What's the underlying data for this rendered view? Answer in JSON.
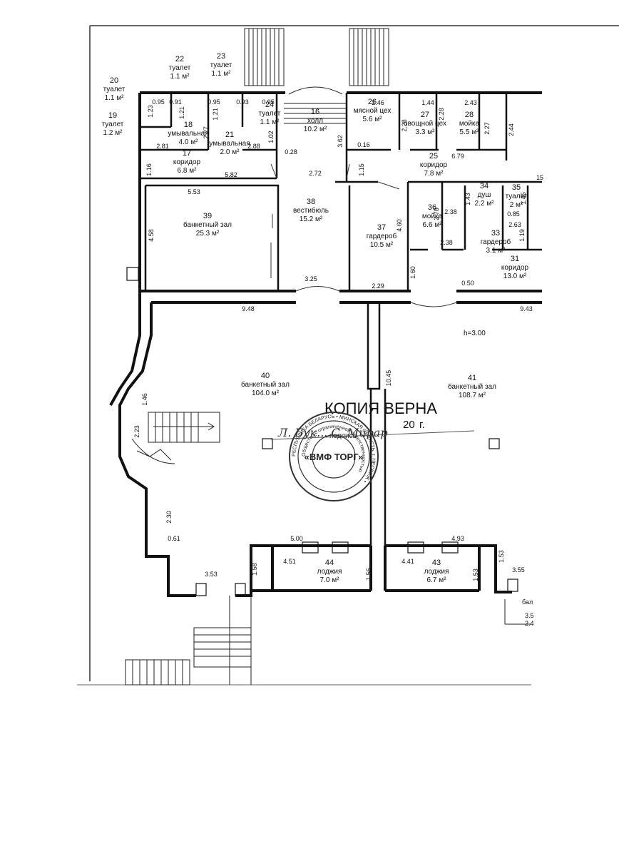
{
  "rooms": [
    {
      "id": "r20",
      "number": "20",
      "name": "туалет",
      "area": "1.1 м²"
    },
    {
      "id": "r19",
      "number": "19",
      "name": "туалет",
      "area": "1.2 м²"
    },
    {
      "id": "r22",
      "number": "22",
      "name": "туалет",
      "area": "1.1 м²"
    },
    {
      "id": "r23",
      "number": "23",
      "name": "туалет",
      "area": "1.1 м²"
    },
    {
      "id": "r24",
      "number": "24",
      "name": "туалет",
      "area": "1.1 м²"
    },
    {
      "id": "r18",
      "number": "18",
      "name": "умывальная",
      "area": "4.0 м²"
    },
    {
      "id": "r21",
      "number": "21",
      "name": "умывальная",
      "area": "2.0 м²"
    },
    {
      "id": "r16",
      "number": "16",
      "name": "холл",
      "area": "10.2 м²"
    },
    {
      "id": "r26",
      "number": "26",
      "name": "мясной цех",
      "area": "5.6 м²"
    },
    {
      "id": "r27",
      "number": "27",
      "name": "овощной цех",
      "area": "3.3 м²"
    },
    {
      "id": "r28",
      "number": "28",
      "name": "мойка",
      "area": "5.5 м²"
    },
    {
      "id": "r17",
      "number": "17",
      "name": "коридор",
      "area": "6.8 м²"
    },
    {
      "id": "r25",
      "number": "25",
      "name": "коридор",
      "area": "7.8 м²"
    },
    {
      "id": "r38",
      "number": "38",
      "name": "вестибюль",
      "area": "15.2 м²"
    },
    {
      "id": "r39",
      "number": "39",
      "name": "банкетный зал",
      "area": "25.3 м²"
    },
    {
      "id": "r37",
      "number": "37",
      "name": "гардероб",
      "area": "10.5 м²"
    },
    {
      "id": "r36",
      "number": "36",
      "name": "мойка",
      "area": "6.6 м²"
    },
    {
      "id": "r34",
      "number": "34",
      "name": "душ",
      "area": "2.2 м²"
    },
    {
      "id": "r35top",
      "number": "35",
      "name": "туалет",
      "area": "2 м²"
    },
    {
      "id": "r33",
      "number": "33",
      "name": "гардероб",
      "area": "3.1 м²"
    },
    {
      "id": "r31",
      "number": "31",
      "name": "коридор",
      "area": "13.0 м²"
    },
    {
      "id": "r40",
      "number": "40",
      "name": "банкетный зал",
      "area": "104.0 м²"
    },
    {
      "id": "r41",
      "number": "41",
      "name": "банкетный зал",
      "area": "108.7 м²"
    },
    {
      "id": "r44",
      "number": "44",
      "name": "лоджия",
      "area": "7.0 м²"
    },
    {
      "id": "r43",
      "number": "43",
      "name": "лоджия",
      "area": "6.7 м²"
    }
  ],
  "dimensions": [
    "0.95",
    "0.91",
    "1.21",
    "0.95",
    "0.93",
    "0.95",
    "1.23",
    "1.21",
    "2.27",
    "2.81",
    "2.88",
    "0.28",
    "1.02",
    "1.16",
    "5.82",
    "2.72",
    "1.15",
    "5.53",
    "4.58",
    "2.46",
    "1.44",
    "2.43",
    "2.28",
    "2.28",
    "2.27",
    "2.44",
    "3.62",
    "0.16",
    "6.79",
    "4.60",
    "2.78",
    "2.38",
    "1.43",
    "1.45",
    "0.85",
    "2.63",
    "1.19",
    "2.38",
    "1.60",
    "3.25",
    "2.29",
    "0.50",
    "9.48",
    "9.43",
    "10.45",
    "1.46",
    "2.23",
    "2.30",
    "0.61",
    "3.53",
    "1.58",
    "5.00",
    "4.51",
    "1.56",
    "4.41",
    "4.93",
    "1.53",
    "1.53",
    "3.55"
  ],
  "ceiling_height": "h=3.00",
  "cut_labels": {
    "top_right": "15",
    "bottom_right_1": "бал",
    "bottom_right_2": "3.5",
    "bottom_right_3": "2.4"
  },
  "certification": {
    "title": "КОПИЯ ВЕРНА",
    "year_suffix": "20",
    "year_letter": "г.",
    "sign_label": "подпись",
    "signature": "Л. Бук... С. Мирар"
  },
  "stamp": {
    "center": "«ВМФ ТОРГ»",
    "ring_outer": "РЕСПУБЛИКА БЕЛАРУСЬ • МИНСКАЯ ОБЛАСТЬ, г. НЕСВИЖ •",
    "ring_inner": "Общество с ограниченной ответственностью"
  }
}
